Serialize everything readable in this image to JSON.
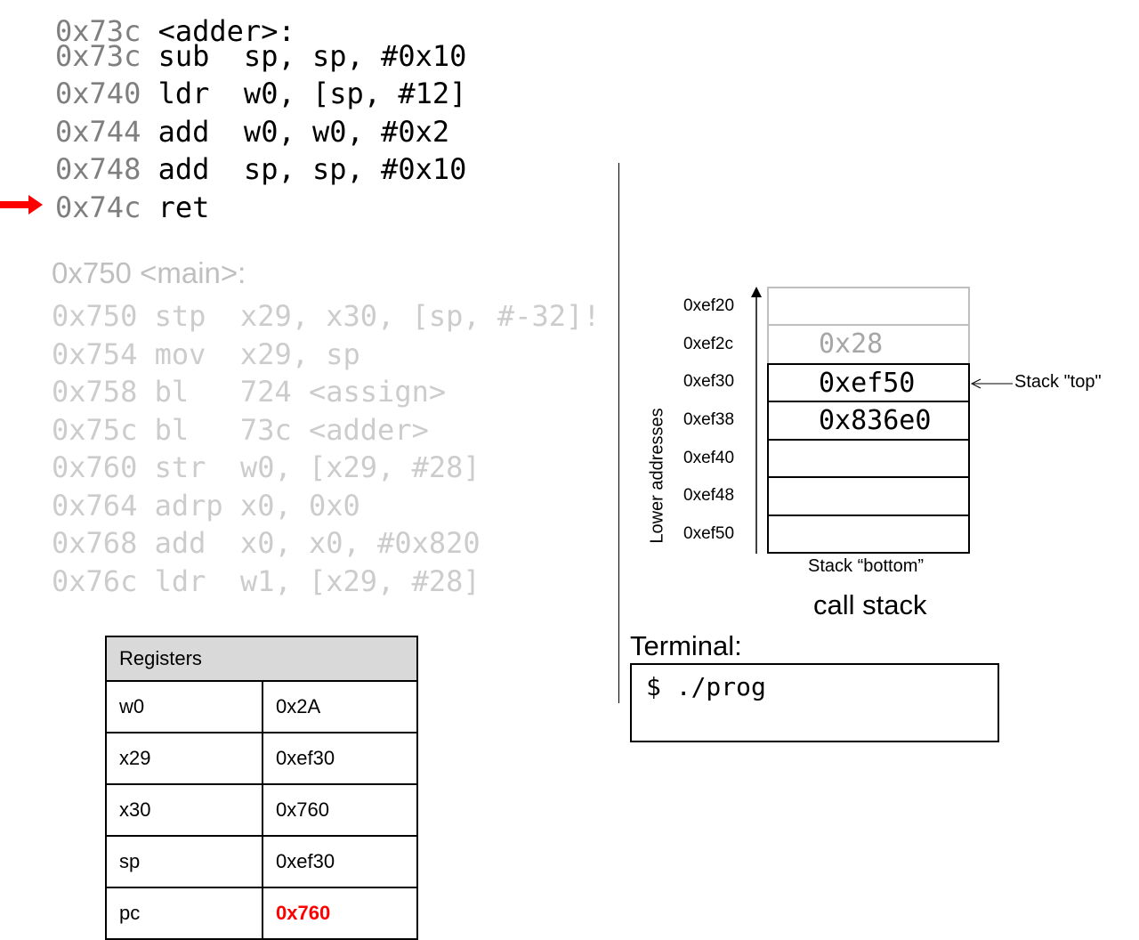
{
  "adder": {
    "header": {
      "addr": "0x73c",
      "text": " <adder>:"
    },
    "lines": [
      {
        "addr": "0x73c",
        "instr": " sub  sp, sp, #0x10"
      },
      {
        "addr": "0x740",
        "instr": " ldr  w0, [sp, #12]"
      },
      {
        "addr": "0x744",
        "instr": " add  w0, w0, #0x2"
      },
      {
        "addr": "0x748",
        "instr": " add  sp, sp, #0x10"
      },
      {
        "addr": "0x74c",
        "instr": " ret"
      }
    ]
  },
  "main": {
    "header": "0x750 <main>:",
    "lines": [
      "0x750 stp  x29, x30, [sp, #-32]!",
      "0x754 mov  x29, sp",
      "0x758 bl   724 <assign>",
      "0x75c bl   73c <adder>",
      "0x760 str  w0, [x29, #28]",
      "0x764 adrp x0, 0x0",
      "0x768 add  x0, x0, #0x820",
      "0x76c ldr  w1, [x29, #28]"
    ]
  },
  "colors": {
    "pc_arrow": "#ff0000",
    "pc_value": "#ff0000",
    "dimmed": "#cccccc",
    "header_fill": "#d9d9d9"
  },
  "stack": {
    "addresses": [
      "0xef20",
      "0xef2c",
      "0xef30",
      "0xef38",
      "0xef40",
      "0xef48",
      "0xef50"
    ],
    "cells": [
      "",
      "0x28",
      "0xef50",
      "0x836e0",
      "",
      "",
      ""
    ],
    "top_label": "Stack \"top\"",
    "bottom_label": "Stack “bottom”",
    "axis_label": "Lower addresses",
    "title": "call stack"
  },
  "registers": {
    "title": "Registers",
    "rows": [
      {
        "name": "w0",
        "value": "0x2A"
      },
      {
        "name": "x29",
        "value": "0xef30"
      },
      {
        "name": "x30",
        "value": "0x760"
      },
      {
        "name": "sp",
        "value": "0xef30"
      },
      {
        "name": "pc",
        "value": "0x760"
      }
    ]
  },
  "terminal": {
    "label": "Terminal:",
    "prompt": "$ ./prog"
  }
}
